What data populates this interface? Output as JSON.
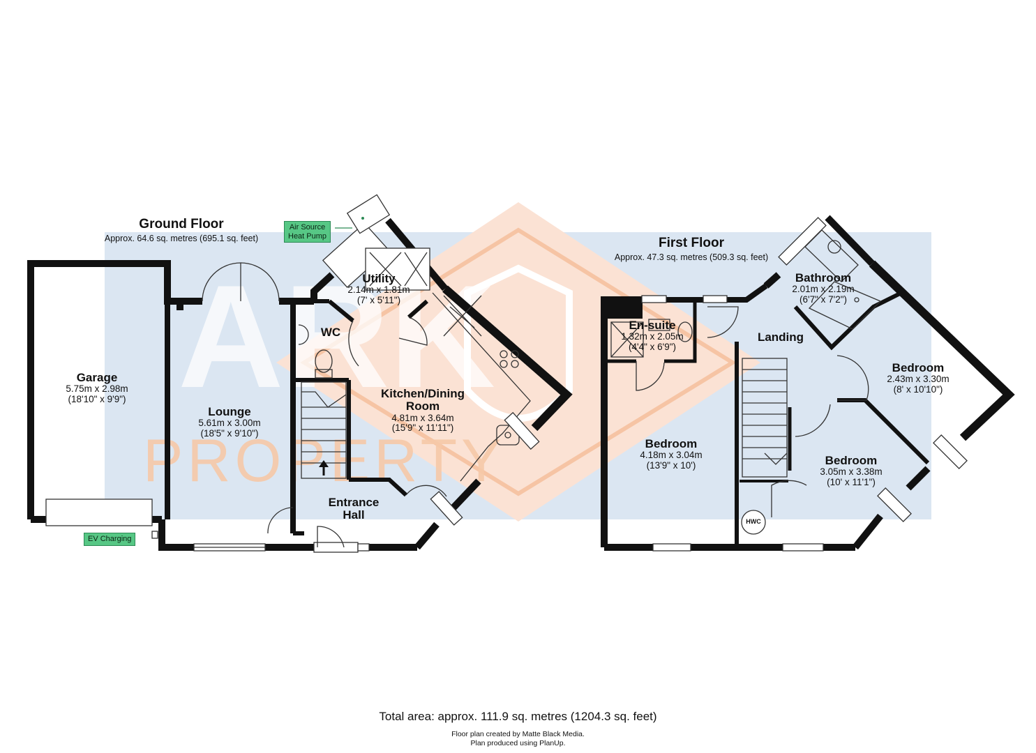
{
  "watermark": {
    "brand_colors": {
      "blue": "#dbe6f2",
      "peach": "#fbe2d4",
      "orange": "#f4a36c"
    }
  },
  "ground_floor": {
    "title": "Ground Floor",
    "area": "Approx. 64.6 sq. metres (695.1 sq. feet)",
    "rooms": [
      {
        "name": "Garage",
        "metric": "5.75m x 2.98m",
        "imperial": "(18'10\" x 9'9\")"
      },
      {
        "name": "Lounge",
        "metric": "5.61m x 3.00m",
        "imperial": "(18'5\" x 9'10\")"
      },
      {
        "name": "Utility",
        "metric": "2.14m x 1.81m",
        "imperial": "(7' x 5'11\")"
      },
      {
        "name": "WC"
      },
      {
        "name": "Kitchen/Dining\nRoom",
        "metric": "4.81m x 3.64m",
        "imperial": "(15'9\" x 11'11\")"
      },
      {
        "name": "Entrance\nHall"
      }
    ],
    "tags": {
      "heat_pump": "Air Source\nHeat Pump",
      "ev": "EV Charging"
    }
  },
  "first_floor": {
    "title": "First Floor",
    "area": "Approx. 47.3 sq. metres (509.3 sq. feet)",
    "rooms": [
      {
        "name": "Bathroom",
        "metric": "2.01m x 2.19m",
        "imperial": "(6'7\" x 7'2\")"
      },
      {
        "name": "En-suite",
        "metric": "1.32m x 2.05m",
        "imperial": "(4'4\" x 6'9\")"
      },
      {
        "name": "Landing"
      },
      {
        "name": "Bedroom",
        "metric": "2.43m x 3.30m",
        "imperial": "(8' x 10'10\")"
      },
      {
        "name": "Bedroom",
        "metric": "4.18m x 3.04m",
        "imperial": "(13'9\" x 10')"
      },
      {
        "name": "Bedroom",
        "metric": "3.05m x 3.38m",
        "imperial": "(10' x 11'1\")"
      }
    ],
    "hwc": "HWC"
  },
  "footer": {
    "total": "Total area: approx. 111.9 sq. metres (1204.3 sq. feet)",
    "credit_line1": "Floor plan created by Matte Black Media.",
    "credit_line2": "Plan produced using PlanUp."
  }
}
